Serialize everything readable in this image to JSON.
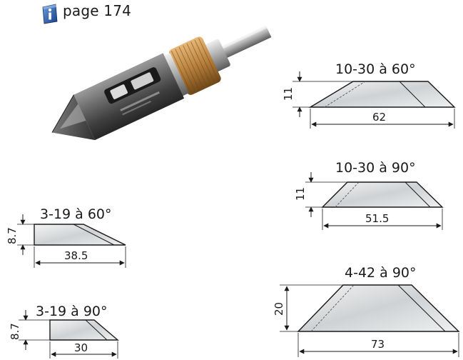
{
  "reference": {
    "icon": "info-icon",
    "text": "page 174"
  },
  "profiles": [
    {
      "id": "p1",
      "title": "10-30 à 60°",
      "height": "11",
      "width": "62"
    },
    {
      "id": "p2",
      "title": "10-30 à 90°",
      "height": "11",
      "width": "51.5"
    },
    {
      "id": "p3",
      "title": "3-19 à 60°",
      "height": "8.7",
      "width": "38.5"
    },
    {
      "id": "p4",
      "title": "3-19 à 90°",
      "height": "8.7",
      "width": "30"
    },
    {
      "id": "p5",
      "title": "4-42 à 90°",
      "height": "20",
      "width": "73"
    }
  ],
  "colors": {
    "info_blue": "#1f4f9a",
    "brass": "#b9823e",
    "steel_dark": "#4b4b4b"
  }
}
